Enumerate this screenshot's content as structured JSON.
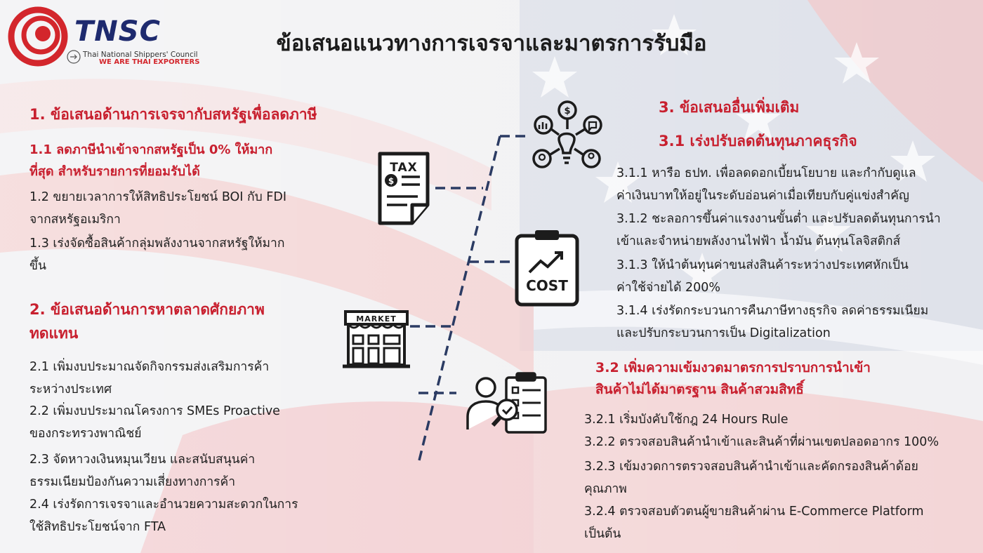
{
  "header": {
    "logo_wordmark": "TNSC",
    "logo_subtitle": "Thai National Shippers' Council",
    "logo_tagline": "WE ARE THAI EXPORTERS",
    "title": "ข้อเสนอแนวทางการเจรจาและมาตรการรับมือ"
  },
  "section1": {
    "heading": "1. ข้อเสนอด้านการเจรจากับสหรัฐเพื่อลดภาษี",
    "item1_lines": [
      "1.1 ลดภาษีนำเข้าจากสหรัฐเป็น 0% ให้มาก",
      "ที่สุด สำหรับรายการที่ยอมรับได้"
    ],
    "item2_lines": [
      "1.2 ขยายเวลาการให้สิทธิประโยชน์ BOI กับ FDI",
      "จากสหรัฐอเมริกา"
    ],
    "item3_lines": [
      "1.3 เร่งจัดซื้อสินค้ากลุ่มพลังงานจากสหรัฐให้มาก",
      "ขึ้น"
    ]
  },
  "section2": {
    "heading_lines": [
      "2. ข้อเสนอด้านการหาตลาดศักยภาพ",
      "ทดแทน"
    ],
    "item1_lines": [
      "2.1 เพิ่มงบประมาณจัดกิจกรรมส่งเสริมการค้า",
      "ระหว่างประเทศ"
    ],
    "item2_lines": [
      "2.2 เพิ่มงบประมาณโครงการ SMEs Proactive",
      "ของกระทรวงพาณิชย์"
    ],
    "item3_lines": [
      "2.3 จัดหาวงเงินหมุนเวียน และสนับสนุนค่า",
      "ธรรมเนียมป้องกันความเสี่ยงทางการค้า"
    ],
    "item4_lines": [
      "2.4 เร่งรัดการเจรจาและอำนวยความสะดวกในการ",
      "ใช้สิทธิประโยชน์จาก FTA"
    ]
  },
  "section3": {
    "heading": "3. ข้อเสนออื่นเพิ่มเติม",
    "sub1_heading": "3.1 เร่งปรับลดต้นทุนภาคธุรกิจ",
    "item311_lines": [
      "3.1.1 หารือ ธปท. เพื่อลดดอกเบี้ยนโยบาย และกำกับดูแล",
      "ค่าเงินบาทให้อยู่ในระดับอ่อนค่าเมื่อเทียบกับคู่แข่งสำคัญ"
    ],
    "item312_lines": [
      "3.1.2 ชะลอการขึ้นค่าแรงงานขั้นต่ำ และปรับลดต้นทุนการนำ",
      "เข้าและจำหน่ายพลังงานไฟฟ้า น้ำมัน ต้นทุนโลจิสติกส์"
    ],
    "item313_lines": [
      "3.1.3 ให้นำต้นทุนค่าขนส่งสินค้าระหว่างประเทศหักเป็น",
      "ค่าใช้จ่ายได้ 200%"
    ],
    "item314_lines": [
      "3.1.4 เร่งรัดกระบวนการคืนภาษีทางธุรกิจ ลดค่าธรรมเนียม",
      "และปรับกระบวนการเป็น Digitalization"
    ],
    "sub2_heading_lines": [
      "3.2 เพิ่มความเข้มงวดมาตรการปราบการนำเข้า",
      "สินค้าไม่ได้มาตรฐาน สินค้าสวมสิทธิ์"
    ],
    "item321": "3.2.1 เริ่มบังคับใช้กฎ 24 Hours Rule",
    "item322": "3.2.2 ตรวจสอบสินค้านำเข้าและสินค้าที่ผ่านเขตปลอดอากร 100%",
    "item323_lines": [
      "3.2.3 เข้มงวดการตรวจสอบสินค้านำเข้าและคัดกรองสินค้าด้อย",
      "คุณภาพ"
    ],
    "item324_lines": [
      "3.2.4 ตรวจสอบตัวตนผู้ขายสินค้าผ่าน E-Commerce Platform",
      "เป็นต้น"
    ]
  },
  "icons": {
    "tax_label": "TAX",
    "cost_label": "COST",
    "market_label": "MARKET",
    "ideas_icon": "lightbulb-ideas-icon",
    "inspection_icon": "inspector-checklist-icon"
  },
  "colors": {
    "accent_red": "#c8202f",
    "brand_navy": "#1e2a6e",
    "connector_navy": "#2b3b63"
  }
}
